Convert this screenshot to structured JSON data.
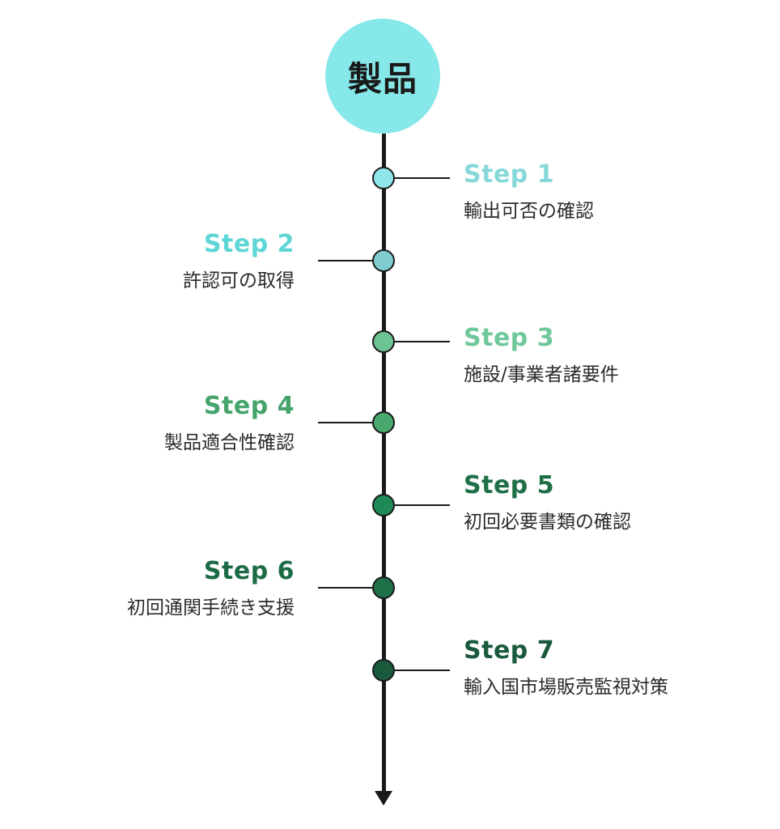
{
  "start": {
    "label": "製品",
    "color": "#86e8e8"
  },
  "steps": [
    {
      "title": "Step 1",
      "desc": "輸出可否の確認",
      "title_color": "#86d8d8",
      "node_color": "#8ee6ea",
      "side": "right"
    },
    {
      "title": "Step 2",
      "desc": "許認可の取得",
      "title_color": "#5ed6d6",
      "node_color": "#7fcdd0",
      "side": "left"
    },
    {
      "title": "Step 3",
      "desc": "施設/事業者諸要件",
      "title_color": "#6ec89a",
      "node_color": "#6cc493",
      "side": "right"
    },
    {
      "title": "Step 4",
      "desc": "製品適合性確認",
      "title_color": "#45a46c",
      "node_color": "#48a86d",
      "side": "left"
    },
    {
      "title": "Step 5",
      "desc": "初回必要書類の確認",
      "title_color": "#1f6f47",
      "node_color": "#1f8a55",
      "side": "right"
    },
    {
      "title": "Step 6",
      "desc": "初回通関手続き支援",
      "title_color": "#1d6b45",
      "node_color": "#1f6f48",
      "side": "left"
    },
    {
      "title": "Step 7",
      "desc": "輸入国市場販売監視対策",
      "title_color": "#195a3c",
      "node_color": "#1a5a3c",
      "side": "right"
    }
  ]
}
